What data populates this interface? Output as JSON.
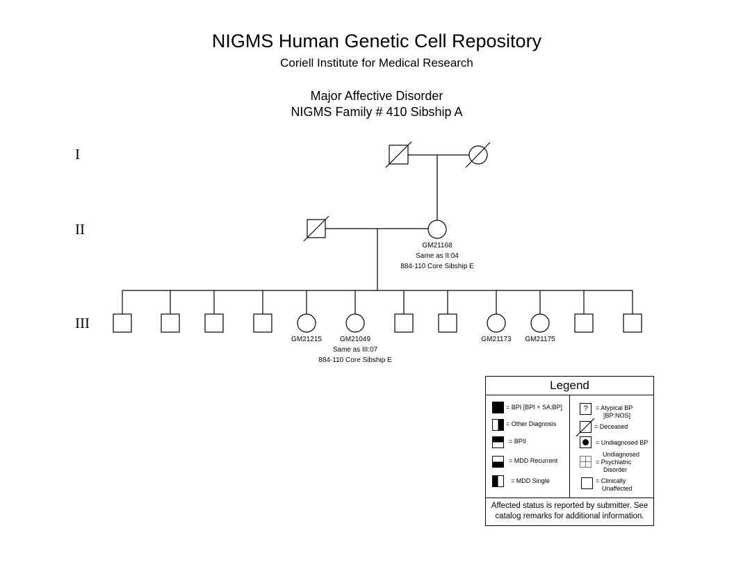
{
  "header": {
    "title": "NIGMS Human Genetic Cell Repository",
    "subtitle": "Coriell Institute for Medical Research",
    "disorder": "Major Affective Disorder",
    "family": "NIGMS Family # 410 Sibship A"
  },
  "generations": [
    "I",
    "II",
    "III"
  ],
  "individuals": {
    "ii_mother": {
      "id": "GM21168",
      "note1": "Same as II:04",
      "note2": "884-110 Core Sibship E"
    },
    "iii_5": {
      "id": "GM21215"
    },
    "iii_6": {
      "id": "GM21049",
      "note1": "Same as III:07",
      "note2": "884-110 Core Sibship E"
    },
    "iii_9": {
      "id": "GM21173"
    },
    "iii_10": {
      "id": "GM21175"
    }
  },
  "legend": {
    "title": "Legend",
    "left": [
      "= BPI [BPI + SA:BP]",
      "= Other Diagnosis",
      "= BPII",
      "= MDD Recurrent",
      "= MDD Single"
    ],
    "right": {
      "question_mark": "?",
      "atypical_1": "=  Atypical BP",
      "atypical_2": "[BP:NOS]",
      "deceased": "= Deceased",
      "undiagnosed_bp": "= Undiagnosed BP",
      "psych_1": "Undiagnosed",
      "psych_2": "= Psychiatric",
      "psych_3": "Disorder",
      "unaffected_1": "= Clinically",
      "unaffected_2": "Unaffected"
    },
    "footer_1": "Affected status is reported by submitter. See",
    "footer_2": "catalog remarks for additional information."
  }
}
